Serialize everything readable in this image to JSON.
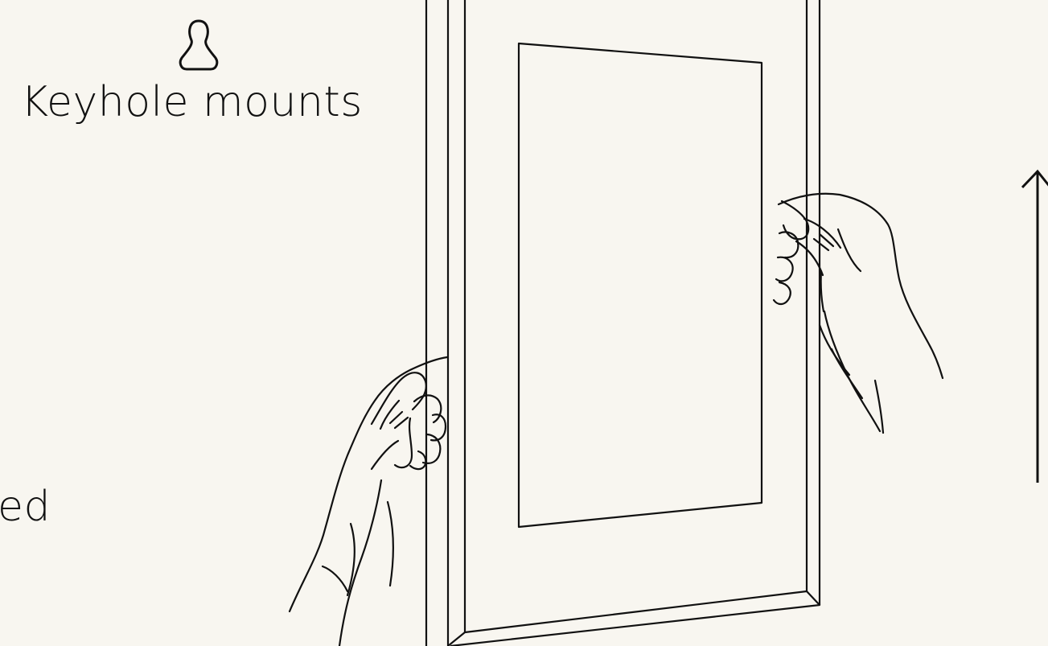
{
  "labels": {
    "keyhole": "Keyhole mounts",
    "cut_text": "ed"
  },
  "icons": {
    "keyhole": "keyhole-icon",
    "arrow": "arrow-up-icon",
    "left_hand": "left-hand-illustration",
    "right_hand": "right-hand-illustration",
    "frame": "picture-frame-illustration"
  },
  "colors": {
    "background": "#f8f6f0",
    "stroke": "#111111"
  }
}
